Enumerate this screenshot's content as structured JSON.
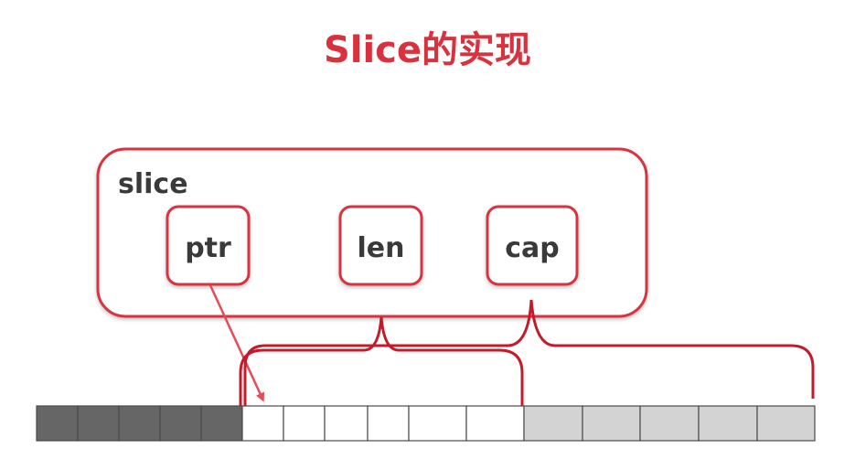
{
  "title": "Slice的实现",
  "slice_box": {
    "label": "slice",
    "fields": [
      {
        "label": "ptr"
      },
      {
        "label": "len"
      },
      {
        "label": "cap"
      }
    ]
  },
  "array": {
    "cells_before": 5,
    "cells_len": 6,
    "cells_cap_extra": 5
  },
  "colors": {
    "accent": "#d9323f",
    "cell_dark": "#666666",
    "cell_light": "#d3d3d3",
    "cell_white": "#ffffff",
    "text": "#3a3a3a"
  }
}
